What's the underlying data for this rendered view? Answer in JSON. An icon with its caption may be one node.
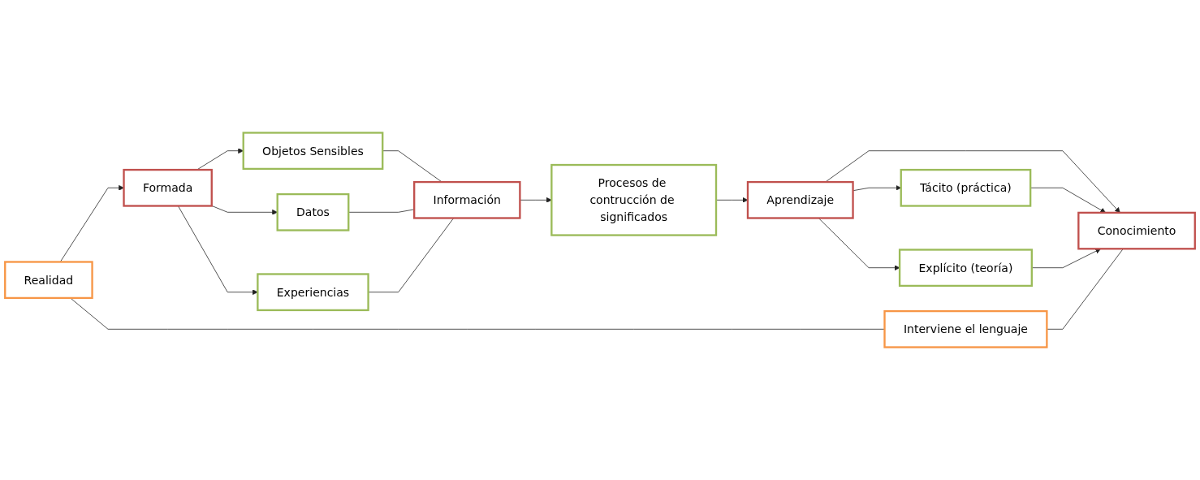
{
  "diagram": {
    "nodes": [
      {
        "text": [
          "Realidad"
        ]
      },
      {
        "text": [
          "Formada"
        ]
      },
      {
        "text": [
          "Objetos Sensibles"
        ]
      },
      {
        "text": [
          "Datos"
        ]
      },
      {
        "text": [
          "Experiencias"
        ]
      },
      {
        "text": [
          "Información"
        ]
      },
      {
        "text": [
          "Procesos de contrucción de significados"
        ]
      },
      {
        "text": [
          "Tácito (práctica)"
        ]
      },
      {
        "text": [
          "Aprendizaje"
        ]
      },
      {
        "text": [
          "Conocimiento"
        ]
      },
      {
        "text": [
          "Explícito (teoría)"
        ]
      },
      {
        "text": [
          "Interviene el lenguaje"
        ]
      }
    ],
    "edges": [
      {
        "from": 0,
        "to": 1,
        "arrow": "to"
      },
      {
        "from": 1,
        "to": 2,
        "arrow": "to"
      },
      {
        "from": 1,
        "to": 3,
        "arrow": "to"
      },
      {
        "from": 1,
        "to": 4,
        "arrow": "to"
      },
      {
        "from": 2,
        "to": 5,
        "arrow": "none"
      },
      {
        "from": 3,
        "to": 5,
        "arrow": "none"
      },
      {
        "from": 4,
        "to": 5,
        "arrow": "none"
      },
      {
        "from": 5,
        "to": 6,
        "arrow": "to"
      },
      {
        "from": 6,
        "to": 8,
        "arrow": "to"
      },
      {
        "from": 8,
        "to": 7,
        "arrow": "to"
      },
      {
        "from": 8,
        "to": 9,
        "arrow": "to"
      },
      {
        "from": 8,
        "to": 10,
        "arrow": "to"
      },
      {
        "from": 7,
        "to": 9,
        "arrow": "to"
      },
      {
        "from": 10,
        "to": 9,
        "arrow": "to"
      },
      {
        "from": 0,
        "to": 11,
        "arrow": "none"
      },
      {
        "from": 11,
        "to": 9,
        "arrow": "none"
      }
    ]
  }
}
